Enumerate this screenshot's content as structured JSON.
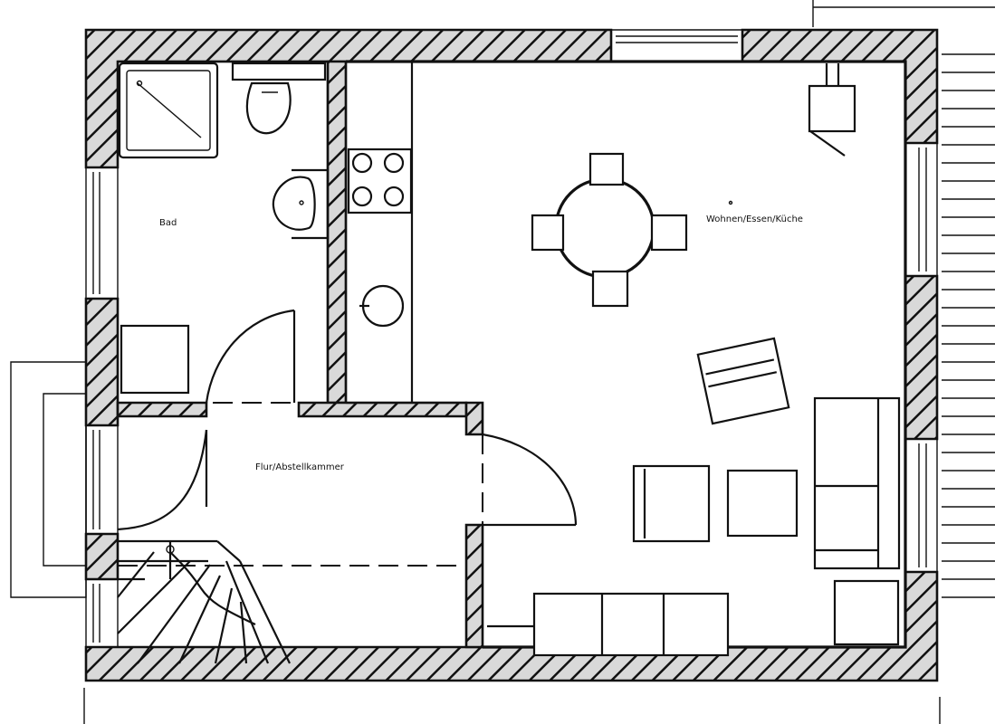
{
  "floorplan": {
    "rooms": [
      {
        "id": "bad",
        "label": "Bad"
      },
      {
        "id": "flur",
        "label": "Flur/Abstellkammer"
      },
      {
        "id": "wohnen",
        "label": "Wohnen/Essen/Küche"
      }
    ],
    "colors": {
      "line": "#111111",
      "background": "#ffffff",
      "hatch_fill": "#d9d9d9"
    }
  }
}
